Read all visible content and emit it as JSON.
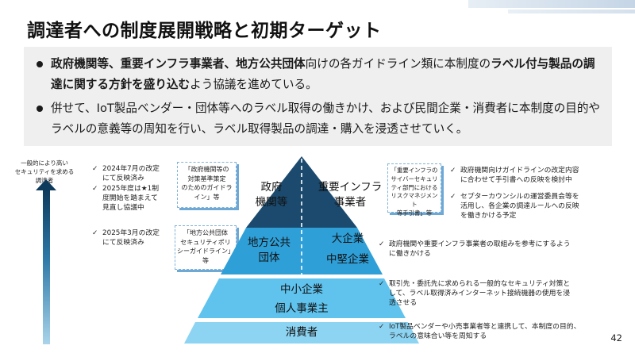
{
  "title": "調達者への制度展開戦略と初期ターゲット",
  "summary": {
    "bullet1": {
      "bold1": "政府機関等、重要インフラ事業者、地方公共団体",
      "text1": "向けの各ガイドライン類に本制度の",
      "bold2": "ラベル付与製品の調達に関する方針を盛り込む",
      "text2": "よう協議を進めている。"
    },
    "bullet2": "併せて、IoT製品ベンダー・団体等へのラベル取得の働きかけ、および民間企業・消費者に本制度の目的やラベルの意義等の周知を行い、ラベル取得製品の調達・購入を浸透させていく。"
  },
  "axis": {
    "label_line1": "一般的により高い",
    "label_line2": "セキュリティを求める",
    "label_line3": "調達者"
  },
  "left_checks_top": [
    {
      "line1": "2024年7月の改定",
      "line2": "にて反映済み"
    },
    {
      "line1": "2025年度は★1制",
      "line2": "度開始を踏まえて",
      "line3": "見直し協議中"
    }
  ],
  "left_checks_bottom": [
    {
      "line1": "2025年3月の改定",
      "line2": "にて反映済み"
    }
  ],
  "doc_notes": {
    "gov": {
      "l1": "「政府機関等の",
      "l2": "対策基準策定",
      "l3": "のためのガイドラ",
      "l4": "イン」等"
    },
    "local": {
      "l1": "「地方公共団体",
      "l2": "セキュリティポリ",
      "l3": "シーガイドライン」",
      "l4": "等"
    },
    "infra": {
      "l1": "「重要インフラの",
      "l2": "サイバーセキュリ",
      "l3": "ティ部門における",
      "l4": "リスクマネジメント",
      "l5": "等手引書」等"
    }
  },
  "pyramid": {
    "gov_l1": "政府",
    "gov_l2": "機関等",
    "infra_l1": "重要インフラ",
    "infra_l2": "事業者",
    "local_l1": "地方公共",
    "local_l2": "団体",
    "large": "大企業",
    "midsize": "中堅企業",
    "sme": "中小企業",
    "individual": "個人事業主",
    "consumer": "消費者"
  },
  "right_checks": {
    "infra1": {
      "line1": "政府機関向けガイドラインの改定内容",
      "line2": "に合わせて手引書への反映を検討中"
    },
    "infra2": {
      "line1": "セプターカウンシルの運営委員会等を",
      "line2": "活用し、各企業の調達ルールへの反映",
      "line3": "を働きかける予定"
    },
    "large": {
      "line1": "政府機関や重要インフラ事業者の取組みを参考にするよう",
      "line2": "に働きかける"
    },
    "sme": {
      "line1": "取引先・委託先に求められる一般的なセキュリティ対策と",
      "line2": "して、ラベル取得済みインターネット接続機器の使用を浸",
      "line3": "透させる"
    },
    "consumer": {
      "line1": "IoT製品ベンダーや小売事業者等と連携して、本制度の目的、",
      "line2": "ラベルの意味合い等を周知する"
    }
  },
  "check_mark": "✓",
  "page_number": "42",
  "colors": {
    "navy": "#1b4a6e",
    "mid_blue": "#2f9fd8",
    "light_blue": "#5fc3ee",
    "lighter_blue": "#8dd4f2",
    "lightest_blue": "#b6e3f7",
    "summary_bg": "#efefef"
  }
}
